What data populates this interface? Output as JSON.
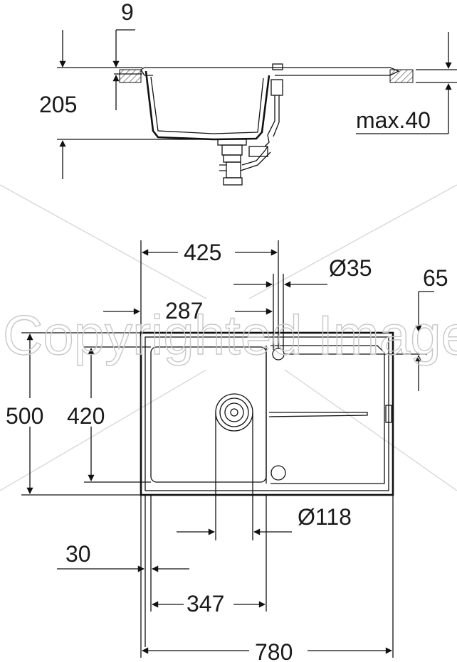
{
  "watermark": "Copyrighted Image",
  "dimensions": {
    "side_top_gap": "9",
    "side_depth": "205",
    "side_max": "max.40",
    "top_width": "425",
    "tap_hole": "Ø35",
    "tap_offset": "65",
    "drain_offset": "287",
    "outer_depth": "500",
    "bowl_depth": "420",
    "drain_dia": "Ø118",
    "edge": "30",
    "bowl_width": "347",
    "total_width": "780"
  },
  "colors": {
    "line": "#111111",
    "watermark": "#c8c8c8"
  }
}
